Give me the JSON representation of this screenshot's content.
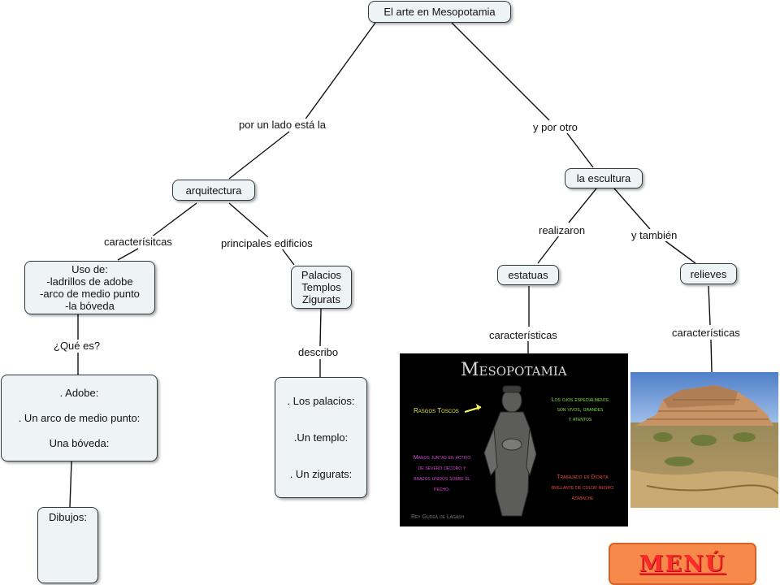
{
  "nodes": {
    "root": "El arte en Mesopotamia",
    "arquitectura": "arquitectura",
    "escultura": "la escultura",
    "uso_lines": [
      "Uso de:",
      "-ladrillos de adobe",
      "-arco de medio punto",
      "-la bóveda"
    ],
    "edificios_lines": [
      "Palacios",
      "Templos",
      "Zigurats"
    ],
    "definiciones": [
      ". Adobe:",
      ". Un arco de medio punto:",
      "Una bóveda:"
    ],
    "descripciones": [
      ". Los palacios:",
      ".Un templo:",
      ". Un zigurats:"
    ],
    "dibujos": "Dibujos:",
    "estatuas": "estatuas",
    "relieves": "relieves"
  },
  "links": {
    "por_un_lado": "por un lado está la",
    "y_por_otro": "y por otro",
    "caracteristicas_arq": "caracterísitcas",
    "principales": "principales edificios",
    "que_es": "¿Qué es?",
    "describo": "describo",
    "realizaron": "realizaron",
    "y_tambien": "y también",
    "caracteristicas_est": "características",
    "caracteristicas_rel": "características"
  },
  "statue_image": {
    "title": "Mesopotamia",
    "rasgos": "Rasgos Toscos",
    "ojos": [
      "Los ojos especialmente",
      "son vivos, grandes",
      "y atentos"
    ],
    "manos": [
      "Manos juntas en activo",
      "de severo decoro y",
      "brazos unidos sobre el",
      "pecho."
    ],
    "trabajado": [
      "Trabajado en Diorita",
      "brillante de color negro",
      "azabache"
    ],
    "caption": "Rey Gudea de Lagash"
  },
  "menu": {
    "label": "MENÚ"
  },
  "colors": {
    "node_bg": "#eef3f5",
    "menu_bg": "#f7894a",
    "menu_text": "#ff2a2a"
  }
}
